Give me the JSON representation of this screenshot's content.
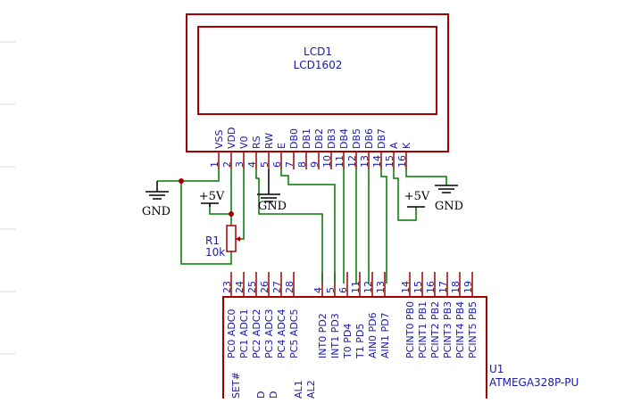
{
  "lcd": {
    "ref": "LCD1",
    "value": "LCD1602",
    "pins": [
      {
        "num": "1",
        "name": "VSS"
      },
      {
        "num": "2",
        "name": "VDD"
      },
      {
        "num": "3",
        "name": "V0"
      },
      {
        "num": "4",
        "name": "RS"
      },
      {
        "num": "5",
        "name": "RW"
      },
      {
        "num": "6",
        "name": "E"
      },
      {
        "num": "7",
        "name": "DB0"
      },
      {
        "num": "8",
        "name": "DB1"
      },
      {
        "num": "9",
        "name": "DB2"
      },
      {
        "num": "10",
        "name": "DB3"
      },
      {
        "num": "11",
        "name": "DB4"
      },
      {
        "num": "12",
        "name": "DB5"
      },
      {
        "num": "13",
        "name": "DB6"
      },
      {
        "num": "14",
        "name": "DB7"
      },
      {
        "num": "15",
        "name": "A"
      },
      {
        "num": "16",
        "name": "K"
      }
    ]
  },
  "mcu": {
    "ref": "U1",
    "value": "ATMEGA328P-PU",
    "pins_left": [
      {
        "num": "23",
        "name": "PC0 ADC0"
      },
      {
        "num": "24",
        "name": "PC1 ADC1"
      },
      {
        "num": "25",
        "name": "PC2 ADC2"
      },
      {
        "num": "26",
        "name": "PC3 ADC3"
      },
      {
        "num": "27",
        "name": "PC4 ADC4"
      },
      {
        "num": "28",
        "name": "PC5 ADC5"
      }
    ],
    "pins_mid": [
      {
        "num": "4",
        "name": "INT0 PD2"
      },
      {
        "num": "5",
        "name": "INT1 PD3"
      },
      {
        "num": "6",
        "name": "T0 PD4"
      },
      {
        "num": "11",
        "name": "T1 PD5"
      },
      {
        "num": "12",
        "name": "AIN0 PD6"
      },
      {
        "num": "13",
        "name": "AIN1 PD7"
      }
    ],
    "pins_right": [
      {
        "num": "14",
        "name": "PCINT0 PB0"
      },
      {
        "num": "15",
        "name": "PCINT1 PB1"
      },
      {
        "num": "16",
        "name": "PCINT2 PB2"
      },
      {
        "num": "17",
        "name": "PCINT3 PB3"
      },
      {
        "num": "18",
        "name": "PCINT4 PB4"
      },
      {
        "num": "19",
        "name": "PCINT5 PB5"
      }
    ],
    "cut_labels": [
      "SET#",
      "D",
      "D",
      "AL1",
      "AL2"
    ]
  },
  "resistor": {
    "ref": "R1",
    "value": "10k"
  },
  "power": {
    "vcc_label": "+5V",
    "gnd_label": "GND"
  },
  "colors": {
    "component": "#a40000",
    "wire": "#007a00",
    "label": "#1a1aa8"
  }
}
